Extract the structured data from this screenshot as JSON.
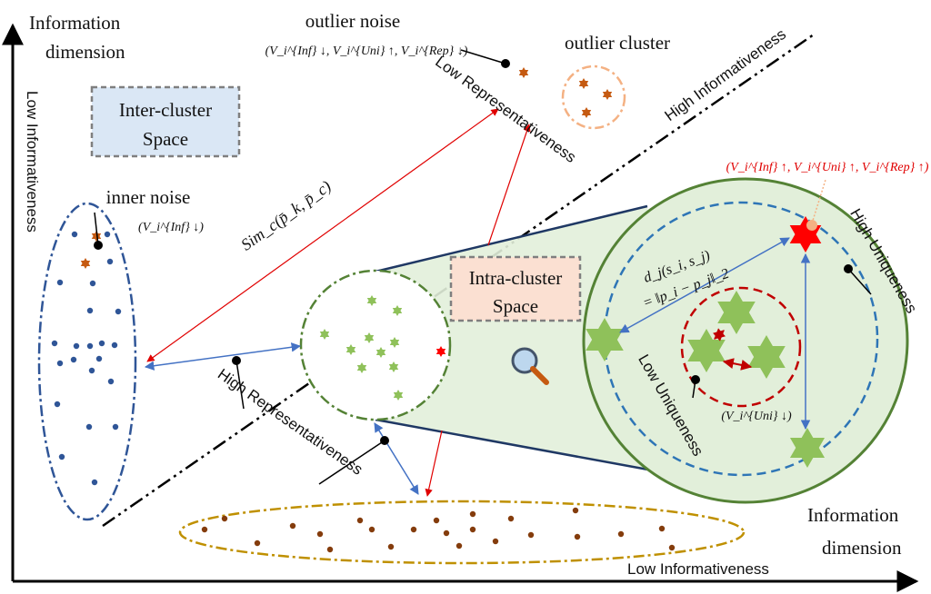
{
  "axes": {
    "y_axis_title": [
      "Information",
      "dimension"
    ],
    "x_axis_title": [
      "Information",
      "dimension"
    ],
    "y_axis_label": "Low Informativeness",
    "x_axis_label": "Low Informativeness"
  },
  "boxes": {
    "inter_cluster": [
      "Inter-cluster",
      "Space"
    ],
    "intra_cluster": [
      "Intra-cluster",
      "Space"
    ]
  },
  "labels": {
    "outlier_noise": "outlier noise",
    "outlier_noise_formula": "(V_i^{Inf} ↓, V_i^{Uni} ↑, V_i^{Rep} ↓)",
    "outlier_cluster": "outlier cluster",
    "inner_noise": "inner noise",
    "inner_noise_formula": "(V_i^{Inf} ↓)",
    "low_representativeness": "Low Representativeness",
    "high_informativeness": "High Informativeness",
    "high_representativeness": "High Representativeness",
    "high_uniqueness": "High Uniqueness",
    "low_uniqueness": "Low Uniqueness",
    "red_formula": "(V_i^{Inf} ↑, V_i^{Uni} ↑, V_i^{Rep} ↑)",
    "uni_formula": "(V_i^{Uni} ↓)",
    "sim_formula": "Sim_c(p̄_k, p̄_c)",
    "distance_formula_line1": "d_j(s_i, s_j)",
    "distance_formula_line2": "= ‖p_i − p_j‖_2"
  },
  "colors": {
    "blue_dots": "#2f5597",
    "brown_dots": "#843c0c",
    "green_star": "#8fc15a",
    "red_star": "#ff0000",
    "orange_star": "#c55a11",
    "inter_box_fill": "#dae7f5",
    "intra_box_fill": "#fbe0d2",
    "zoom_fill": "#e2efda"
  }
}
